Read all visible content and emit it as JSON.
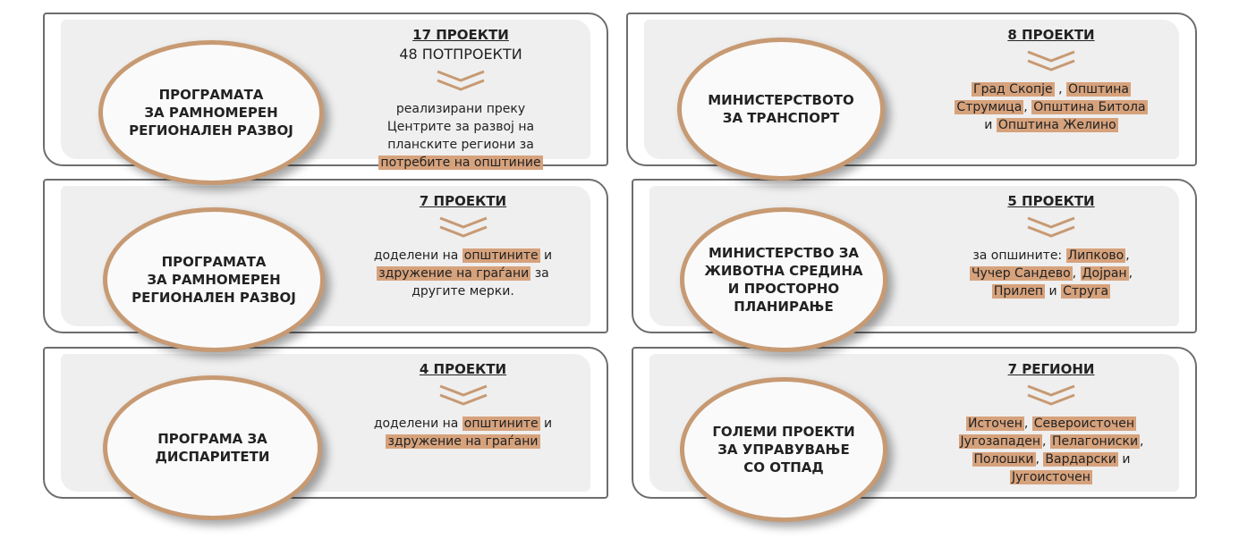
{
  "panels": [
    {
      "title": [
        "ПРОГРАМАТА",
        "ЗА РАМНОМЕРЕН",
        "РЕГИОНАЛЕН РАЗВОЈ"
      ],
      "heading": "17 ПРОЕКТИ",
      "subheading": "48 ПОТПРОЕКТИ",
      "lines": [
        [
          {
            "t": "реализирани преку",
            "hl": false
          }
        ],
        [
          {
            "t": "Центрите за  развој на",
            "hl": false
          }
        ],
        [
          {
            "t": "планските региони за",
            "hl": false
          }
        ],
        [
          {
            "t": "потребите на општиние",
            "hl": true
          }
        ]
      ]
    },
    {
      "title": [
        "МИНИСТЕРСТВОТО",
        "ЗА ТРАНСПОРТ"
      ],
      "heading": "8 ПРОЕКТИ",
      "lines": [
        [
          {
            "t": "Град Скопје",
            "hl": true
          },
          {
            "t": " , ",
            "hl": false
          },
          {
            "t": "Општина",
            "hl": true
          }
        ],
        [
          {
            "t": "Струмица",
            "hl": true
          },
          {
            "t": ", ",
            "hl": false
          },
          {
            "t": "Општина  Битола",
            "hl": true
          }
        ],
        [
          {
            "t": "и ",
            "hl": false
          },
          {
            "t": "Општина Желино",
            "hl": true
          }
        ]
      ]
    },
    {
      "title": [
        "ПРОГРАМАТА",
        "ЗА РАМНОМЕРЕН",
        "РЕГИОНАЛЕН РАЗВОЈ"
      ],
      "heading": "7 ПРОЕКТИ",
      "lines": [
        [
          {
            "t": "доделени на ",
            "hl": false
          },
          {
            "t": "општините",
            "hl": true
          },
          {
            "t": " и",
            "hl": false
          }
        ],
        [
          {
            "t": "здружение на граѓани",
            "hl": true
          },
          {
            "t": " за",
            "hl": false
          }
        ],
        [
          {
            "t": "другите мерки.",
            "hl": false
          }
        ]
      ]
    },
    {
      "title": [
        "МИНИСТЕРСТВО ЗА",
        "ЖИВОТНА СРЕДИНА",
        "И ПРОСТОРНО",
        "ПЛАНИРАЊЕ"
      ],
      "heading": "5 ПРОЕКТИ",
      "lines": [
        [
          {
            "t": "за опшините: ",
            "hl": false
          },
          {
            "t": "Липково",
            "hl": true
          },
          {
            "t": ",",
            "hl": false
          }
        ],
        [
          {
            "t": "Чучер Сандево",
            "hl": true
          },
          {
            "t": ",  ",
            "hl": false
          },
          {
            "t": "Дојран",
            "hl": true
          },
          {
            "t": ",",
            "hl": false
          }
        ],
        [
          {
            "t": "Прилеп",
            "hl": true
          },
          {
            "t": " и ",
            "hl": false
          },
          {
            "t": "Струга",
            "hl": true
          }
        ]
      ]
    },
    {
      "title": [
        "ПРОГРАМА ЗА",
        "ДИСПАРИТЕТИ"
      ],
      "heading": "4 ПРОЕКТИ",
      "lines": [
        [
          {
            "t": "доделени на ",
            "hl": false
          },
          {
            "t": "општините",
            "hl": true
          },
          {
            "t": " и",
            "hl": false
          }
        ],
        [
          {
            "t": "здружение на граѓани",
            "hl": true
          }
        ]
      ]
    },
    {
      "title": [
        "ГОЛЕМИ ПРОЕКТИ",
        "ЗА УПРАВУВАЊЕ",
        "СО ОТПАД"
      ],
      "heading": "7 РЕГИОНИ",
      "lines": [
        [
          {
            "t": "Источен",
            "hl": true
          },
          {
            "t": ", ",
            "hl": false
          },
          {
            "t": "Североисточен",
            "hl": true
          }
        ],
        [
          {
            "t": "Југозападен",
            "hl": true
          },
          {
            "t": ", ",
            "hl": false
          },
          {
            "t": "Пелагониски",
            "hl": true
          },
          {
            "t": ",",
            "hl": false
          }
        ],
        [
          {
            "t": "Полошки",
            "hl": true
          },
          {
            "t": ", ",
            "hl": false
          },
          {
            "t": "Вардарски",
            "hl": true
          },
          {
            "t": " и",
            "hl": false
          }
        ],
        [
          {
            "t": "Југоисточен",
            "hl": true
          }
        ]
      ]
    }
  ],
  "colors": {
    "accent": "#c79a73",
    "highlight": "#d6a27c"
  }
}
